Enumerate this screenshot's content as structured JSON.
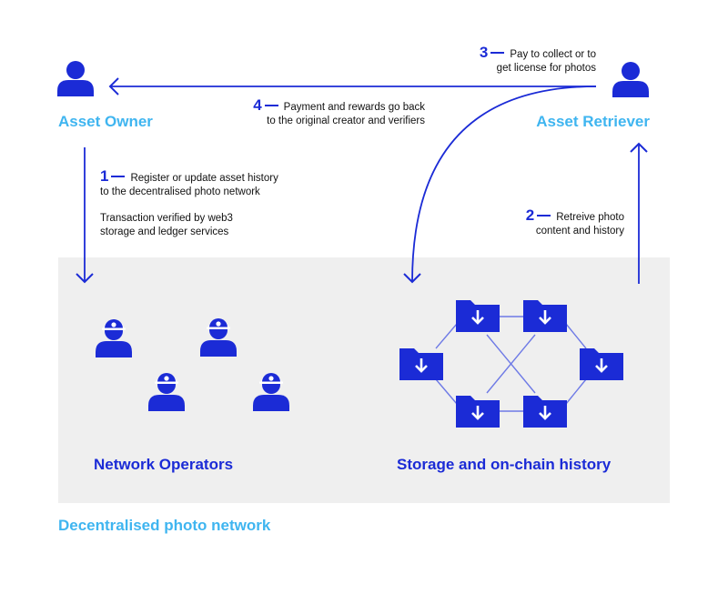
{
  "actors": {
    "owner": "Asset Owner",
    "retriever": "Asset Retriever"
  },
  "steps": {
    "s1": {
      "num": "1",
      "line1": "Register or update asset history",
      "line2": "to the decentralised photo network"
    },
    "s1_note": {
      "line1": "Transaction verified by web3",
      "line2": "storage and ledger services"
    },
    "s2": {
      "num": "2",
      "line1": "Retreive photo",
      "line2": "content and history"
    },
    "s3": {
      "num": "3",
      "line1": "Pay to collect or to",
      "line2": "get license for photos"
    },
    "s4": {
      "num": "4",
      "line1": "Payment and rewards go back",
      "line2": "to the original creator and verifiers"
    }
  },
  "network": {
    "operators_label": "Network Operators",
    "storage_label": "Storage and on-chain history",
    "title": "Decentralised photo network"
  },
  "icons": {
    "person": "person-icon",
    "operator": "miner-helmet-person-icon",
    "folder": "folder-download-icon"
  },
  "colors": {
    "blue": "#1b2bd6",
    "light_blue": "#3fb5f0",
    "panel": "#efefef",
    "connector": "#6e7ae6"
  }
}
